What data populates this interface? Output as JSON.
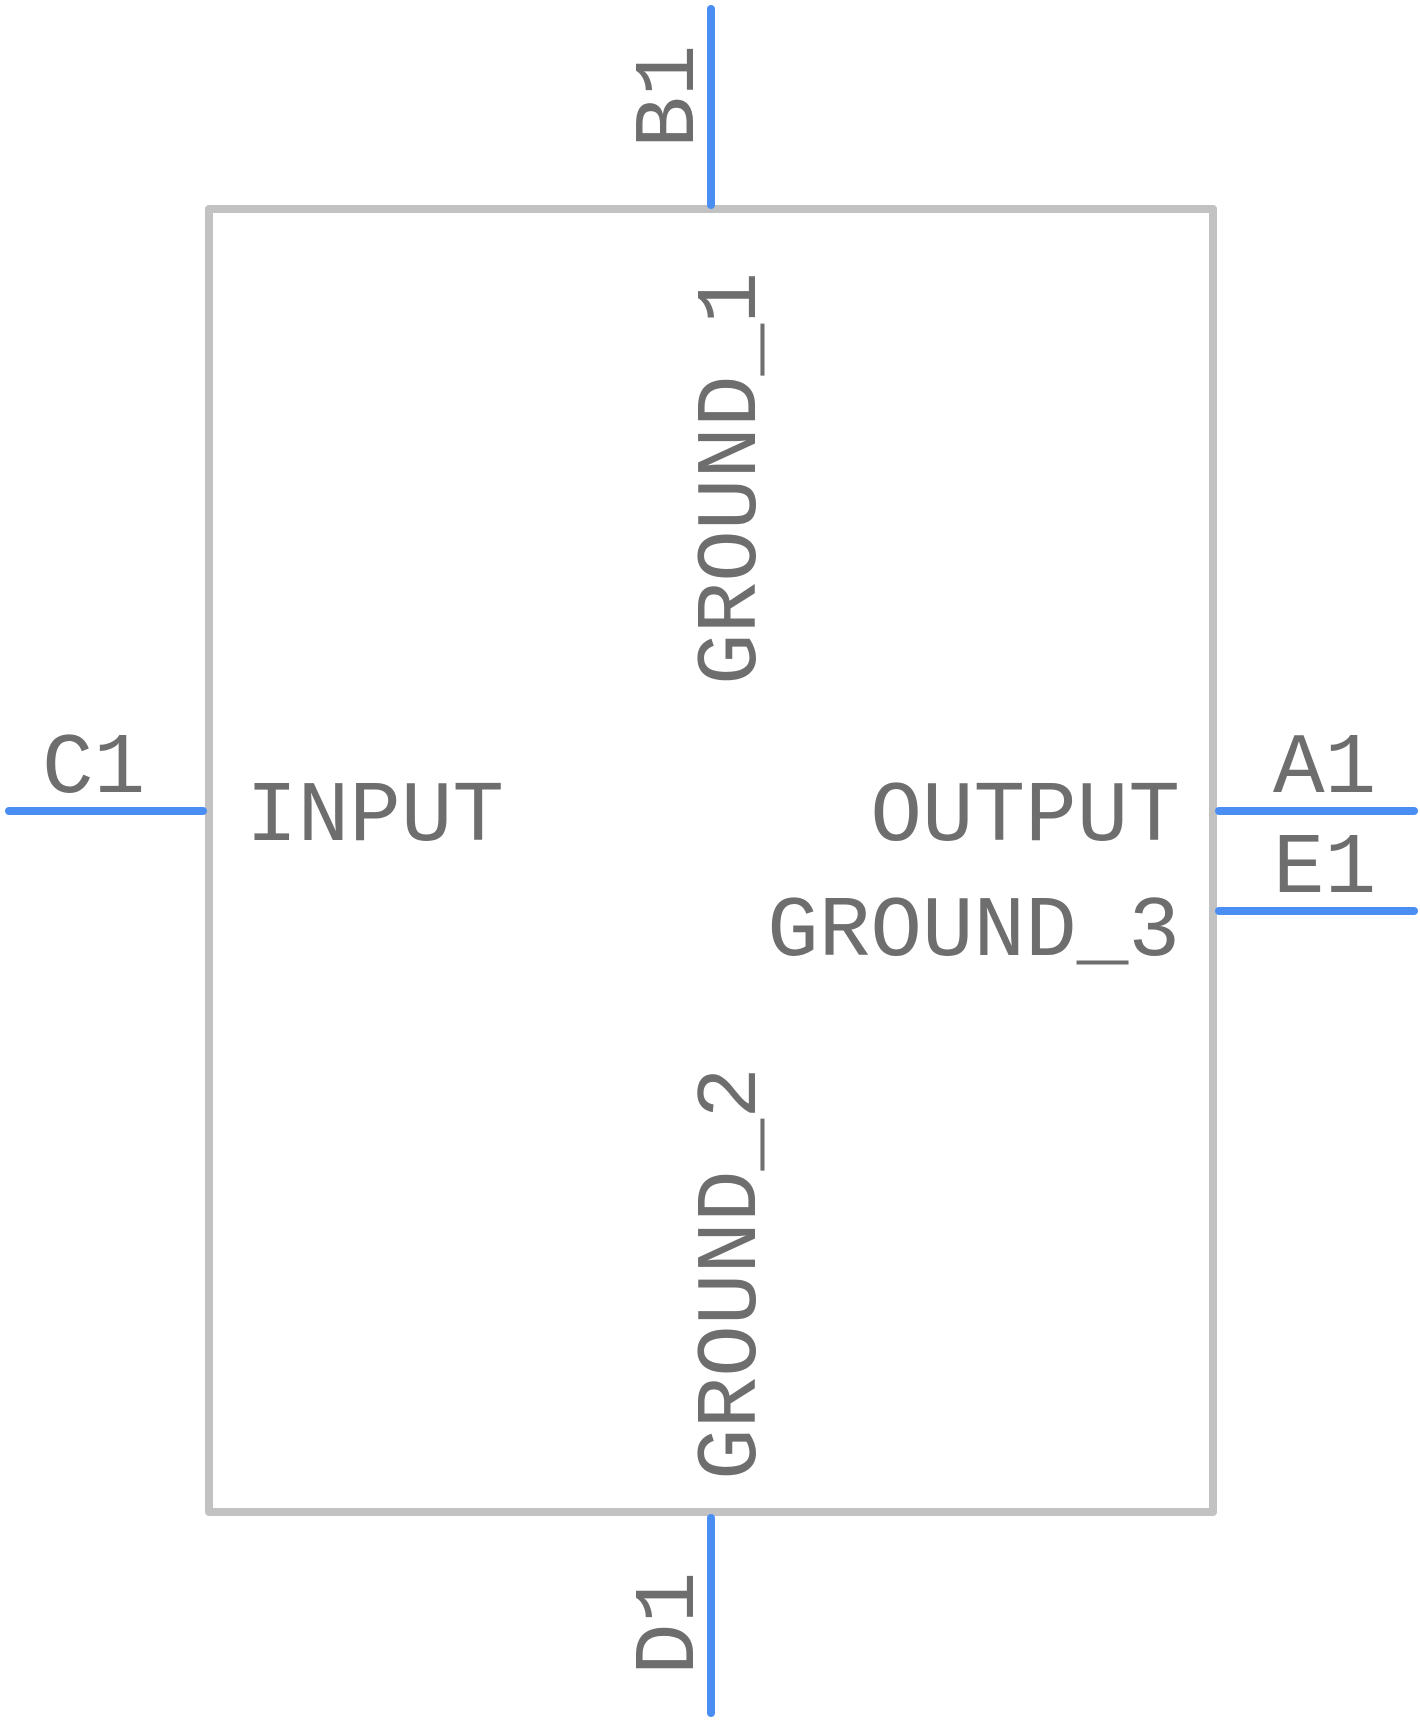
{
  "colors": {
    "body_outline": "#c2c2c2",
    "pin": "#4a8ef3",
    "text": "#6e6e6e"
  },
  "pins": {
    "B1": {
      "number": "B1",
      "signal": "GROUND_1",
      "side": "top"
    },
    "C1": {
      "number": "C1",
      "signal": "INPUT",
      "side": "left"
    },
    "A1": {
      "number": "A1",
      "signal": "OUTPUT",
      "side": "right"
    },
    "E1": {
      "number": "E1",
      "signal": "GROUND_3",
      "side": "right"
    },
    "D1": {
      "number": "D1",
      "signal": "GROUND_2",
      "side": "bottom"
    }
  }
}
